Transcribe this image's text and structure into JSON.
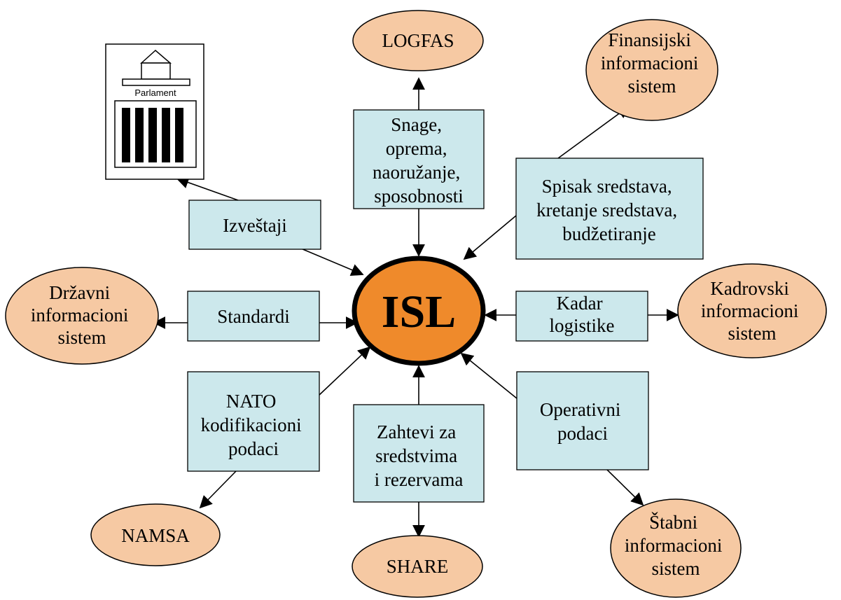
{
  "center": {
    "label": "ISL"
  },
  "systems": {
    "logfas": [
      "LOGFAS"
    ],
    "finansijski": [
      "Finansijski",
      "informacioni",
      "sistem"
    ],
    "drzavni": [
      "Državni",
      "informacioni",
      "sistem"
    ],
    "kadrovski": [
      "Kadrovski",
      "informacioni",
      "sistem"
    ],
    "namsa": [
      "NAMSA"
    ],
    "share": [
      "SHARE"
    ],
    "stabni": [
      "Štabni",
      "informacioni",
      "sistem"
    ]
  },
  "flows": {
    "snage": [
      "Snage,",
      "oprema,",
      "naoružanje,",
      "sposobnosti"
    ],
    "spisak": [
      "Spisak sredstava,",
      "kretanje sredstava,",
      "budžetiranje"
    ],
    "izvestaji": [
      "Izveštaji"
    ],
    "standardi": [
      "Standardi"
    ],
    "kadar": [
      "Kadar",
      "logistike"
    ],
    "nato": [
      "NATO",
      "kodifikacioni",
      "podaci"
    ],
    "zahtevi": [
      "Zahtevi za",
      "sredstvima",
      "i rezervama"
    ],
    "operativni": [
      "Operativni",
      "podaci"
    ]
  },
  "parlament": {
    "label": "Parlament"
  }
}
